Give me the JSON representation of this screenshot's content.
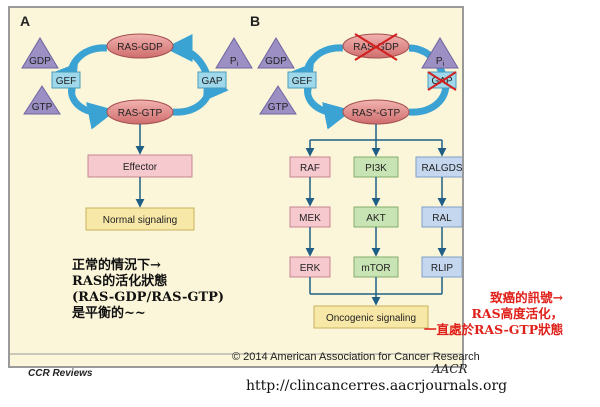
{
  "panel_a": {
    "label": "A",
    "gdp": "GDP",
    "gtp": "GTP",
    "ras_gdp": "RAS-GDP",
    "ras_gtp": "RAS-GTP",
    "gef": "GEF",
    "gap": "GAP",
    "pi": "P",
    "pi_sub": "i",
    "effector": "Effector",
    "normal": "Normal signaling"
  },
  "panel_b": {
    "label": "B",
    "gdp": "GDP",
    "gtp": "GTP",
    "ras_gdp": "RAS-GDP",
    "ras_gtp": "RAS*-GTP",
    "gef": "GEF",
    "gap": "GAP",
    "pi": "P",
    "pi_sub": "i",
    "raf": "RAF",
    "pi3k": "PI3K",
    "ralgds": "RALGDS",
    "mek": "MEK",
    "akt": "AKT",
    "ral": "RAL",
    "erk": "ERK",
    "mtor": "mTOR",
    "rlip": "RLIP",
    "oncogenic": "Oncogenic signaling"
  },
  "note_left": [
    "正常的情況下→",
    "RAS的活化狀態",
    "(RAS-GDP/RAS-GTP)",
    "是平衡的~~"
  ],
  "note_right": [
    "致癌的訊號→",
    "RAS高度活化，",
    "一直處於RAS-GTP狀態"
  ],
  "copyright": "© 2014 American Association for Cancer Research",
  "journal": "CCR Reviews",
  "logo": "AACR",
  "url": "http://clincancerres.aacrjournals.org",
  "colors": {
    "background": "#fbf6d9",
    "triangle": "#9b8fc4",
    "ellipse": "#e08a8a",
    "teal_box": "#9fd8ea",
    "pink_box": "#f6c9cf",
    "green_box": "#c8e3b4",
    "blue_box": "#c5d7ee",
    "yellow_box": "#f8e8a8",
    "arrow": "#1f5f86",
    "cycle_arrow": "#3aa3d4",
    "cross": "#d21f1f",
    "note_red": "#e0201a"
  }
}
